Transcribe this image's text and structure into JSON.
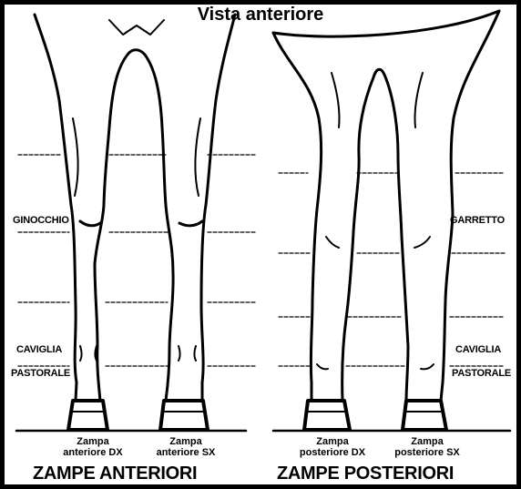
{
  "title": "Vista anteriore",
  "labels": {
    "front_left_knee": "GINOCCHIO",
    "front_left_ankle": "CAVIGLIA",
    "front_left_pastern": "PASTORALE",
    "hind_right_hock": "GARRETTO",
    "hind_right_ankle": "CAVIGLIA",
    "hind_right_pastern": "PASTORALE"
  },
  "captions": {
    "front_right": [
      "Zampa",
      "anteriore DX"
    ],
    "front_left": [
      "Zampa",
      "anteriore SX"
    ],
    "hind_right": [
      "Zampa",
      "posteriore DX"
    ],
    "hind_left": [
      "Zampa",
      "posteriore SX"
    ]
  },
  "sections": {
    "front": "ZAMPE ANTERIORI",
    "hind": "ZAMPE POSTERIORI"
  },
  "colors": {
    "ink": "#000000",
    "paper": "#ffffff"
  }
}
